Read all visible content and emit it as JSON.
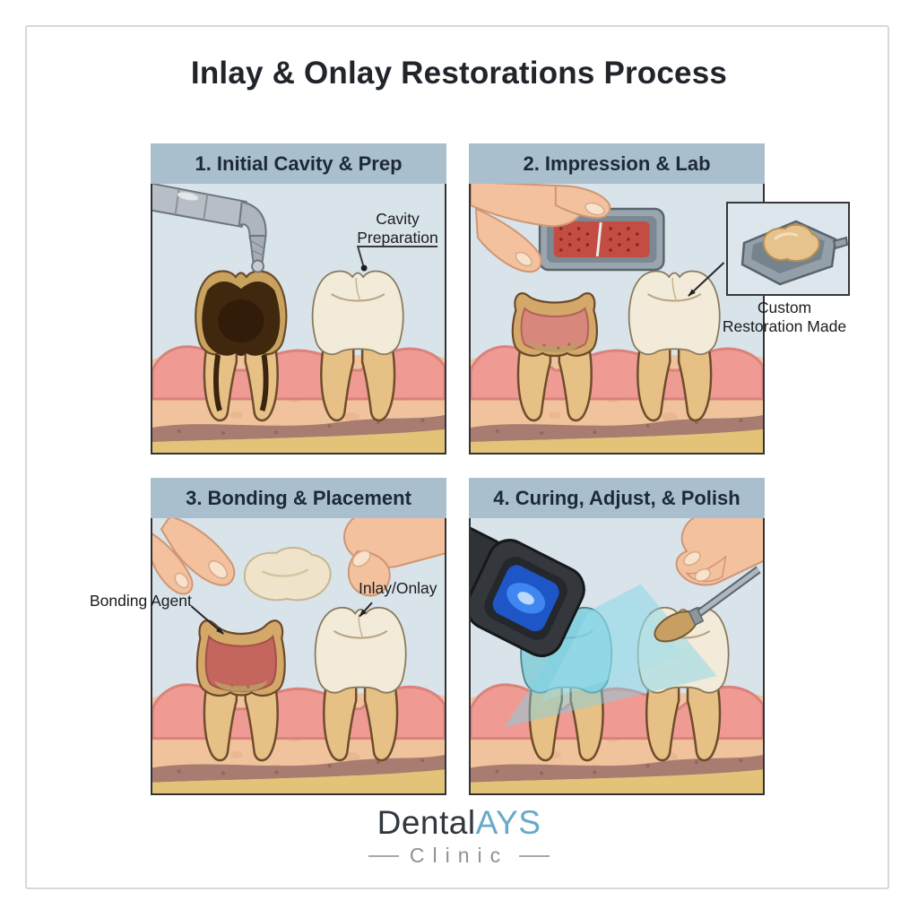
{
  "page": {
    "title": "Inlay & Onlay Restorations Process"
  },
  "panels": [
    {
      "title": "1. Initial Cavity & Prep",
      "callouts": [
        {
          "text": "Cavity\nPreparation"
        }
      ],
      "illustrations": [
        "dental-drill-icon",
        "decayed-tooth-cross-section",
        "healthy-molar",
        "gums-and-jawbone"
      ]
    },
    {
      "title": "2. Impression & Lab",
      "callouts": [
        {
          "text": "Custom\nRestoration Made"
        }
      ],
      "illustrations": [
        "hand-holding-impression-tray-icon",
        "prepared-tooth-cross-section",
        "healthy-molar",
        "custom-restoration-inset",
        "gums-and-jawbone"
      ]
    },
    {
      "title": "3. Bonding & Placement",
      "callouts": [
        {
          "text": "Bonding Agent"
        },
        {
          "text": "Inlay/Onlay"
        }
      ],
      "illustrations": [
        "hands-placing-restoration-icon",
        "prepared-tooth-cross-section",
        "healthy-molar",
        "gums-and-jawbone"
      ]
    },
    {
      "title": "4. Curing, Adjust, & Polish",
      "callouts": [],
      "illustrations": [
        "curing-light-icon",
        "light-beam",
        "polishing-tool-icon",
        "cured-tooth",
        "healthy-molar",
        "gums-and-jawbone"
      ]
    }
  ],
  "footer": {
    "brand_primary": "Dental",
    "brand_accent": "AYS",
    "brand_subtitle": "Clinic"
  },
  "colors": {
    "header_band": "#a9bfce",
    "panel_sky": "#d9e3ea",
    "panel_border": "#303438",
    "gum_pink": "#ef9b94",
    "bone": "#f1c39c",
    "impression_red": "#c34d42",
    "restoration_cream": "#e6c28c",
    "curing_light_blue": "#3f86f0",
    "beam_cyan": "#7cd3e6",
    "brand_accent_blue": "#66aac8",
    "title_text": "#20252c"
  }
}
